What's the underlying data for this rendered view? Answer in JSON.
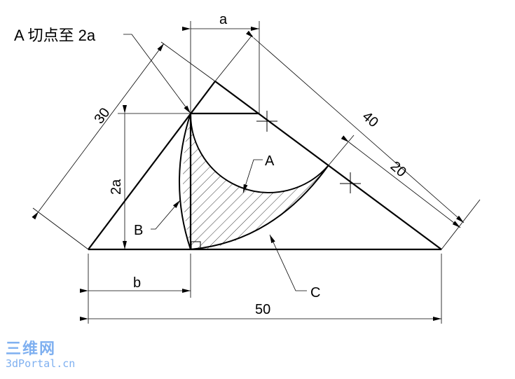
{
  "drawing": {
    "title_note": "A 切点至  2a",
    "labels": {
      "A": "A",
      "B": "B",
      "C": "C"
    },
    "dimensions": {
      "top_width": "a",
      "left_height": "2a",
      "bottom_left": "b",
      "bottom_total": "50",
      "left_slant": "30",
      "right_slant_outer": "40",
      "right_slant_inner": "20"
    },
    "colors": {
      "line": "#000000",
      "background": "#ffffff",
      "watermark": "#7fb0f0"
    }
  },
  "watermark": {
    "chinese": "三维网",
    "site": "3dPortal.cn"
  }
}
